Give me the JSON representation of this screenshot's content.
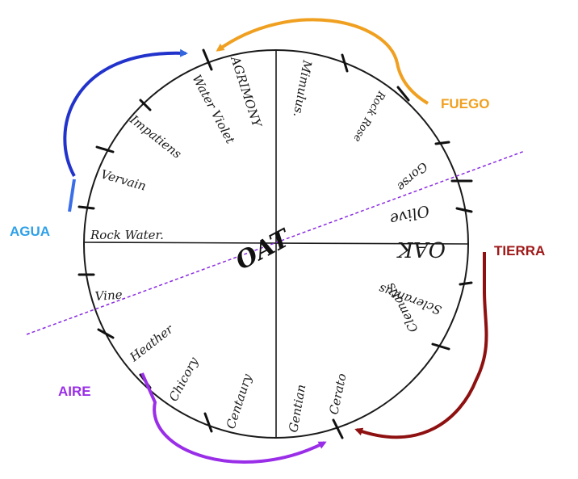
{
  "diagram": {
    "center_label": "OAT",
    "remedies": {
      "agrimony": "AGRIMONY",
      "water_violet": "Water Violet",
      "impatiens": "Impatiens",
      "vervain": "Vervain",
      "rock_water": "Rock Water.",
      "vine": "Vine",
      "heather": "Heather",
      "chicory": "Chicory",
      "centaury": "Centaury",
      "gentian": "Gentian",
      "cerato": "Cerato",
      "clematis": "Clematis",
      "sclerantus": "Sclerantus",
      "oak": "OAK",
      "olive": "Olive",
      "gorse": "Gorse",
      "rock_rose": "Rock Rose",
      "mimulus": "Mimulus."
    },
    "elements": {
      "fuego": {
        "label": "FUEGO",
        "color": "#f0a020"
      },
      "agua": {
        "label": "AGUA",
        "color": "#2ea0e8"
      },
      "tierra": {
        "label": "TIERRA",
        "color": "#a01818"
      },
      "aire": {
        "label": "AIRE",
        "color": "#9a2ee8"
      }
    }
  }
}
